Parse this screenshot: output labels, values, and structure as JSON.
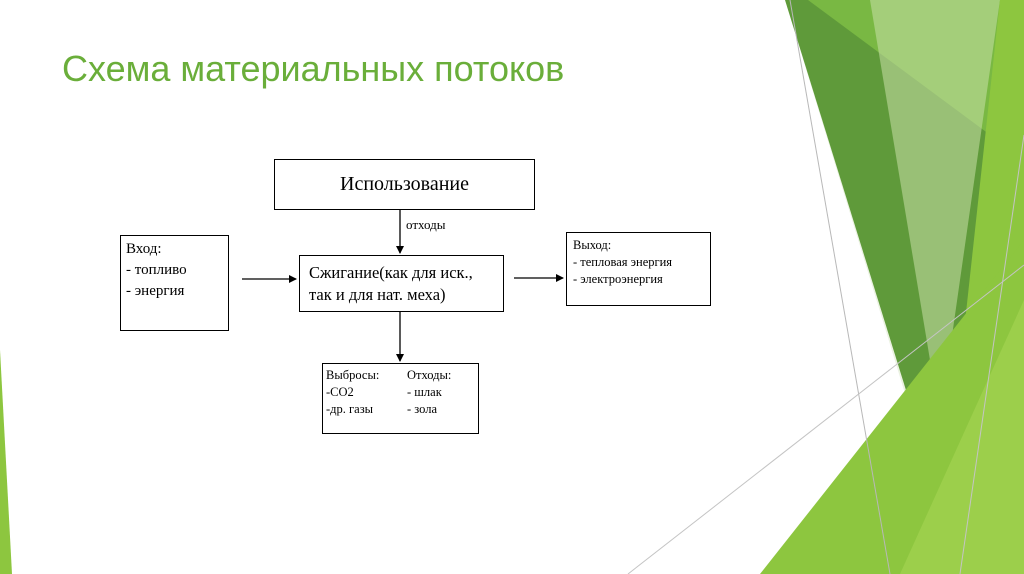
{
  "slide": {
    "title": "Схема материальных потоков"
  },
  "diagram": {
    "usage": "Использование",
    "waste_edge_label": "отходы",
    "input": {
      "header": "Вход:",
      "items": [
        "- топливо",
        "- энергия"
      ]
    },
    "combustion": {
      "lines": [
        "Сжигание(как для иск.,",
        "так и для нат. меха)"
      ]
    },
    "output": {
      "header": "Выход:",
      "items": [
        "- тепловая энергия",
        "- электроэнергия"
      ]
    },
    "emissions": {
      "header": "Выбросы:",
      "items": [
        "-CO2",
        "-др. газы"
      ]
    },
    "waste": {
      "header": "Отходы:",
      "items": [
        "- шлак",
        "- зола"
      ]
    }
  },
  "colors": {
    "title": "#6aae3a",
    "accent_light": "#8dc63f",
    "accent_dark": "#4e8a2e"
  }
}
